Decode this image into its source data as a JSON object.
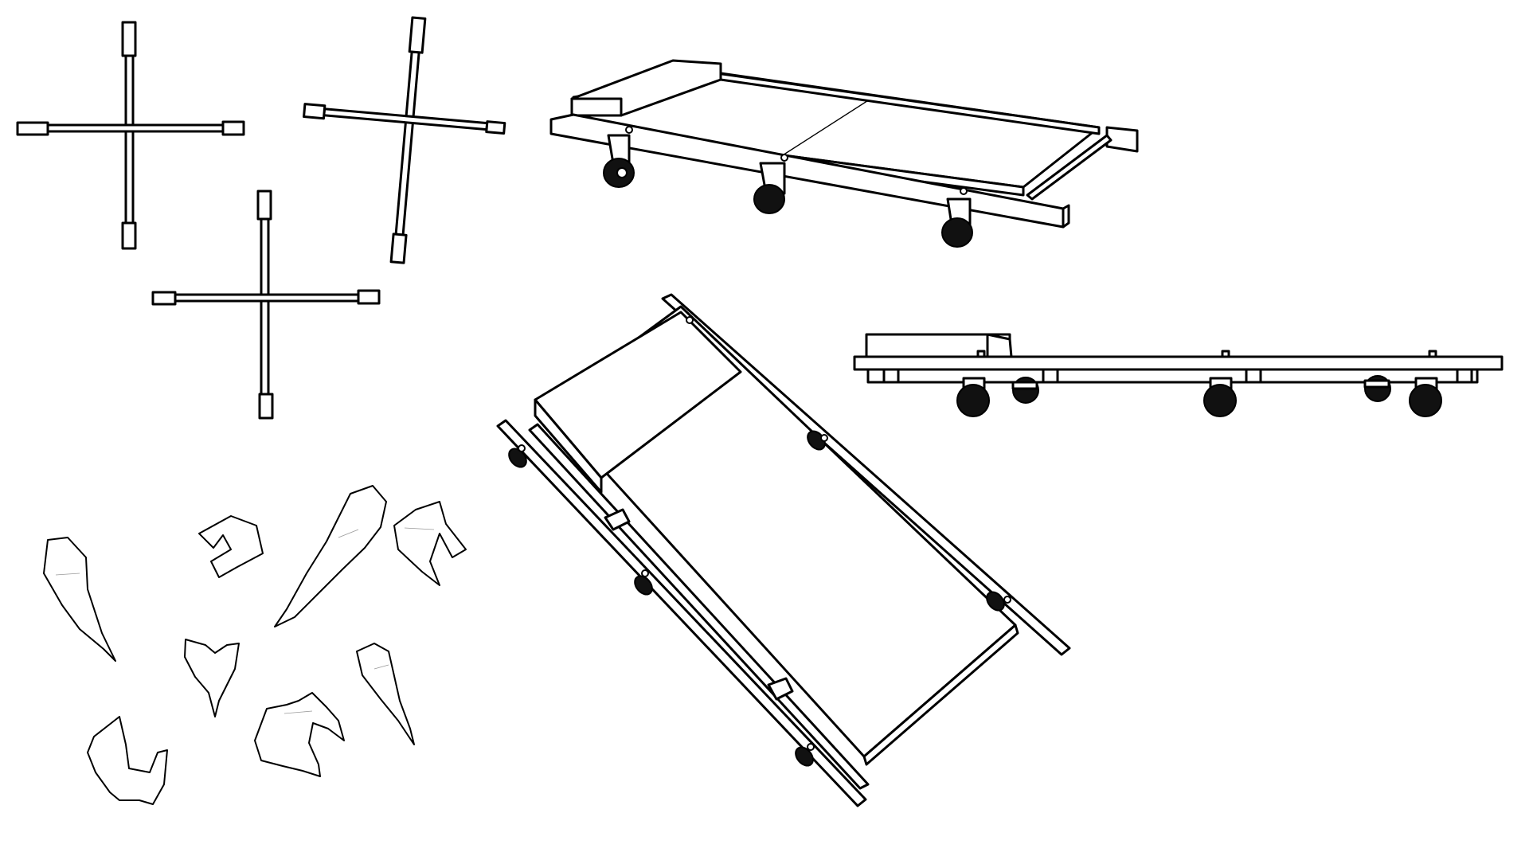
{
  "scene": {
    "background": "#ffffff",
    "ink_color": "#000000",
    "objects": [
      {
        "kind": "lug-wrench",
        "count": 3
      },
      {
        "kind": "creeper-perspective-view",
        "count": 1
      },
      {
        "kind": "creeper-top-view-rotated",
        "count": 1
      },
      {
        "kind": "creeper-side-view",
        "count": 1
      },
      {
        "kind": "broken-shards",
        "count": 8
      }
    ]
  }
}
